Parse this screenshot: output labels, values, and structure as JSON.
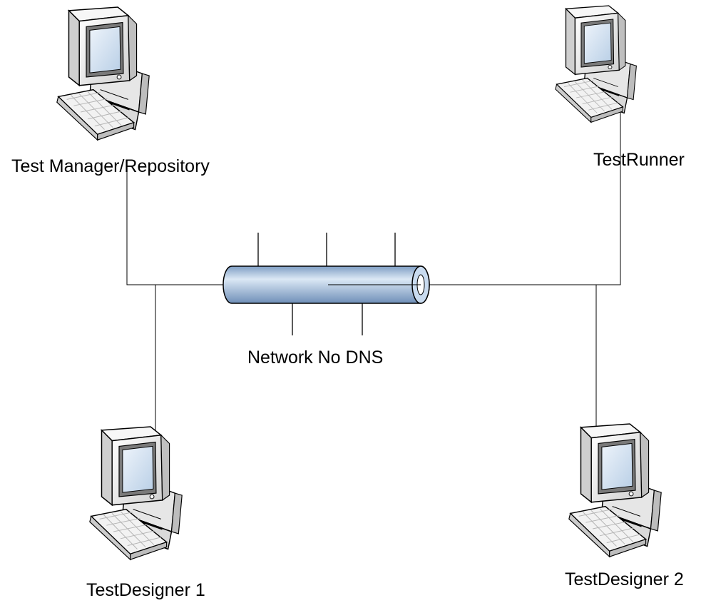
{
  "diagram": {
    "nodes": {
      "manager": {
        "label": "Test Manager/Repository"
      },
      "runner": {
        "label": "TestRunner"
      },
      "designer1": {
        "label": "TestDesigner 1"
      },
      "designer2": {
        "label": "TestDesigner 2"
      }
    },
    "network": {
      "label": "Network No DNS"
    }
  },
  "colors": {
    "line": "#000000",
    "case_light": "#f7f7f7",
    "case_mid": "#d9d9d9",
    "case_dark": "#8c8c8c",
    "screen": "#cfe0f0",
    "pipe_light": "#dbe8f5",
    "pipe_dark": "#7e9ec4"
  }
}
